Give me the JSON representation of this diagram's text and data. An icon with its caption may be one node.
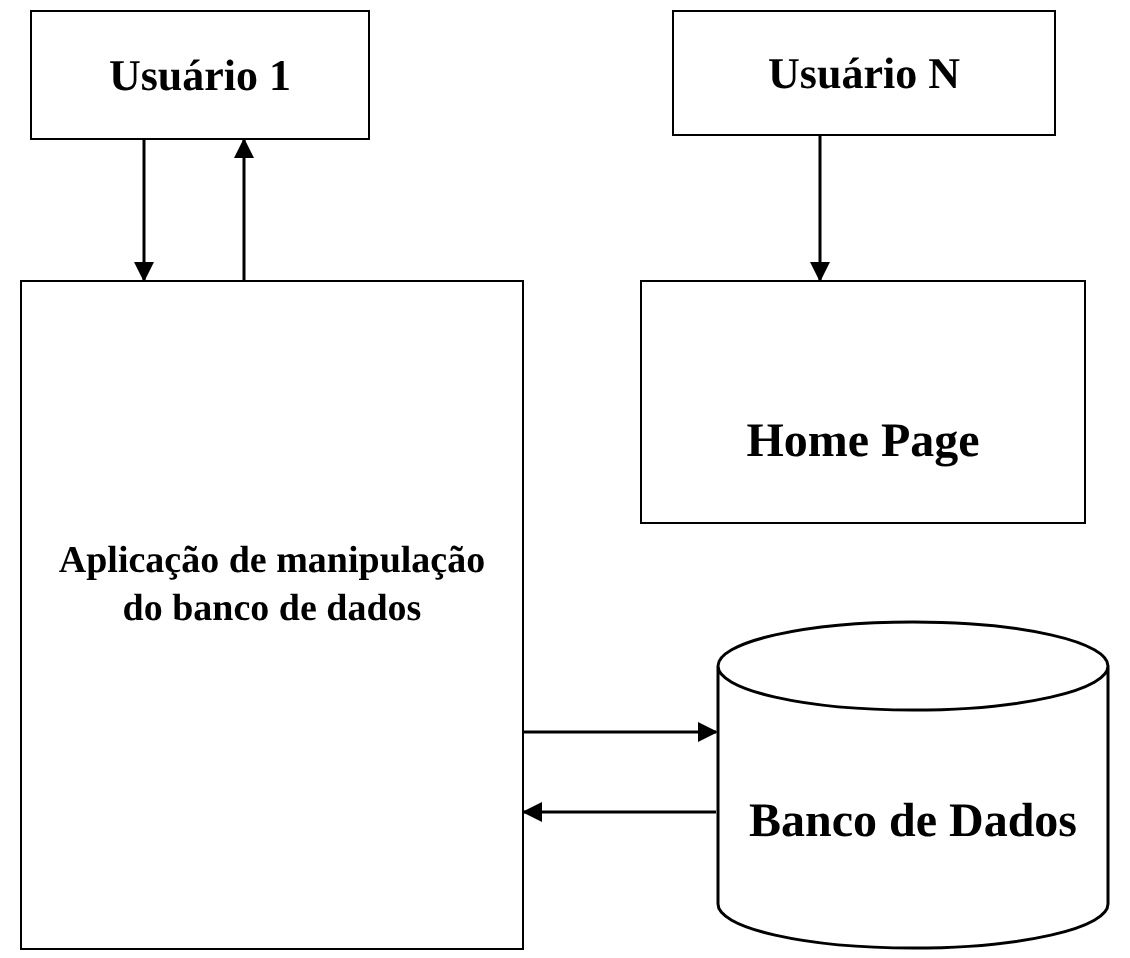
{
  "diagram": {
    "nodes": [
      {
        "text": [
          "Usuário 1"
        ]
      },
      {
        "text": [
          "Usuário N"
        ]
      },
      {
        "text": [
          "Aplicação de manipulação do banco de dados"
        ]
      },
      {
        "text": [
          "Home Page"
        ]
      },
      {
        "text": [
          "Banco de Dados"
        ]
      }
    ],
    "edges": [
      {
        "from": 0,
        "to": 2,
        "arrow": "to"
      },
      {
        "from": 2,
        "to": 0,
        "arrow": "to"
      },
      {
        "from": 1,
        "to": 3,
        "arrow": "to"
      },
      {
        "from": 2,
        "to": 4,
        "arrow": "to"
      },
      {
        "from": 4,
        "to": 2,
        "arrow": "to"
      }
    ]
  }
}
